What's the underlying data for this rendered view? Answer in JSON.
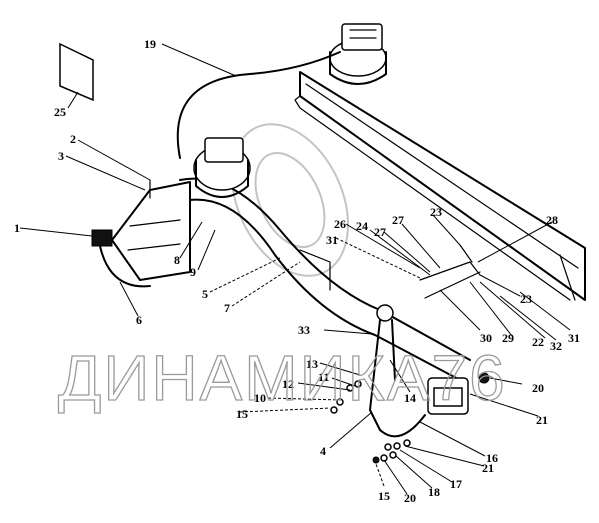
{
  "watermark": {
    "text": "ДИНАМИКА76"
  },
  "callouts": [
    {
      "id": "c1",
      "text": "1"
    },
    {
      "id": "c2",
      "text": "2"
    },
    {
      "id": "c3",
      "text": "3"
    },
    {
      "id": "c4",
      "text": "4"
    },
    {
      "id": "c5",
      "text": "5"
    },
    {
      "id": "c6",
      "text": "6"
    },
    {
      "id": "c7",
      "text": "7"
    },
    {
      "id": "c8",
      "text": "8"
    },
    {
      "id": "c9",
      "text": "9"
    },
    {
      "id": "c10",
      "text": "10"
    },
    {
      "id": "c11",
      "text": "11"
    },
    {
      "id": "c12",
      "text": "12"
    },
    {
      "id": "c13",
      "text": "13"
    },
    {
      "id": "c14",
      "text": "14"
    },
    {
      "id": "c15a",
      "text": "15"
    },
    {
      "id": "c15b",
      "text": "15"
    },
    {
      "id": "c16",
      "text": "16"
    },
    {
      "id": "c17",
      "text": "17"
    },
    {
      "id": "c18",
      "text": "18"
    },
    {
      "id": "c19",
      "text": "19"
    },
    {
      "id": "c20a",
      "text": "20"
    },
    {
      "id": "c20b",
      "text": "20"
    },
    {
      "id": "c21a",
      "text": "21"
    },
    {
      "id": "c21b",
      "text": "21"
    },
    {
      "id": "c22",
      "text": "22"
    },
    {
      "id": "c23a",
      "text": "23"
    },
    {
      "id": "c23b",
      "text": "23"
    },
    {
      "id": "c24",
      "text": "24"
    },
    {
      "id": "c25",
      "text": "25"
    },
    {
      "id": "c26",
      "text": "26"
    },
    {
      "id": "c27a",
      "text": "27"
    },
    {
      "id": "c27b",
      "text": "27"
    },
    {
      "id": "c28",
      "text": "28"
    },
    {
      "id": "c29",
      "text": "29"
    },
    {
      "id": "c30",
      "text": "30"
    },
    {
      "id": "c31a",
      "text": "31"
    },
    {
      "id": "c31b",
      "text": "31"
    },
    {
      "id": "c32",
      "text": "32"
    },
    {
      "id": "c33",
      "text": "33"
    }
  ]
}
